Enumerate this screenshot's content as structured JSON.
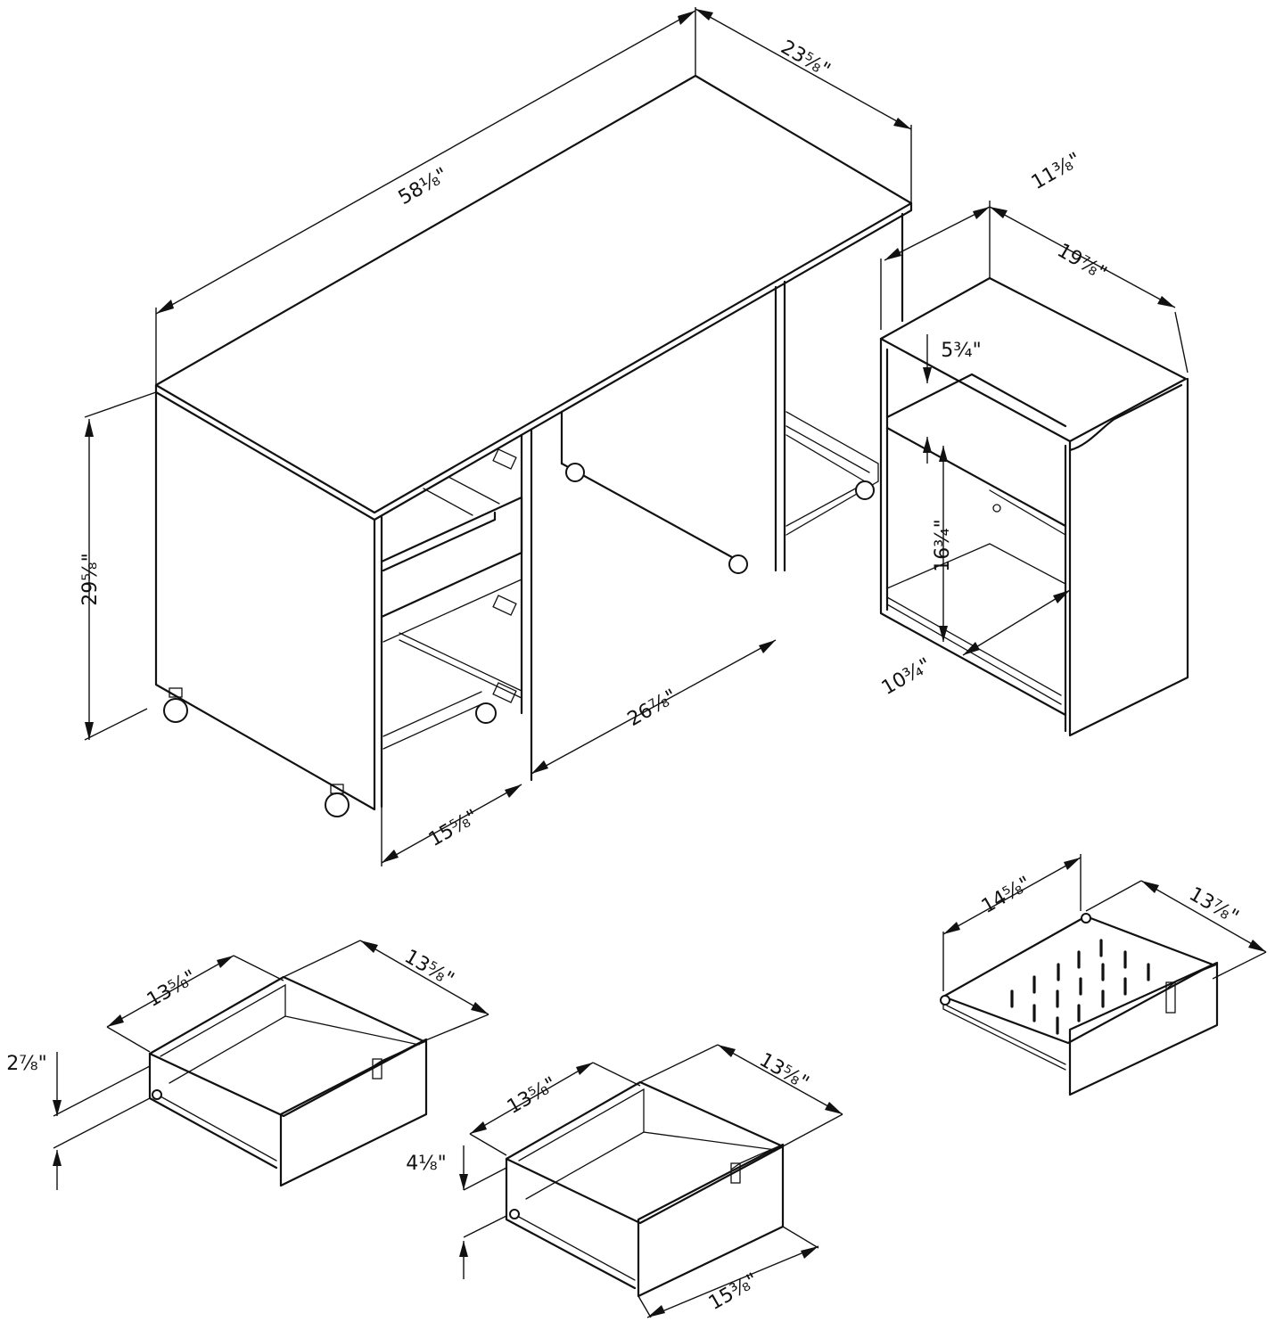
{
  "dimensions": {
    "desk_width": "58⅛\"",
    "desk_depth": "23⅝\"",
    "desk_height": "29⅝\"",
    "pedestal_opening": "15⅝\"",
    "kneehole_width": "26⅞\"",
    "cart_width": "11⅜\"",
    "cart_depth": "19⅞\"",
    "cart_top_shelf": "5¾\"",
    "cart_inner_height": "16¾\"",
    "cart_inner_depth": "10¾\"",
    "drawer1_width": "13⅝\"",
    "drawer1_depth": "13⅝\"",
    "drawer1_height": "2⅞\"",
    "drawer2_width": "13⅝\"",
    "drawer2_depth": "13⅝\"",
    "drawer2_height": "4⅛\"",
    "drawer2_front": "15⅜\"",
    "keyboard_width": "14⅝\"",
    "keyboard_depth": "13⅞\""
  }
}
